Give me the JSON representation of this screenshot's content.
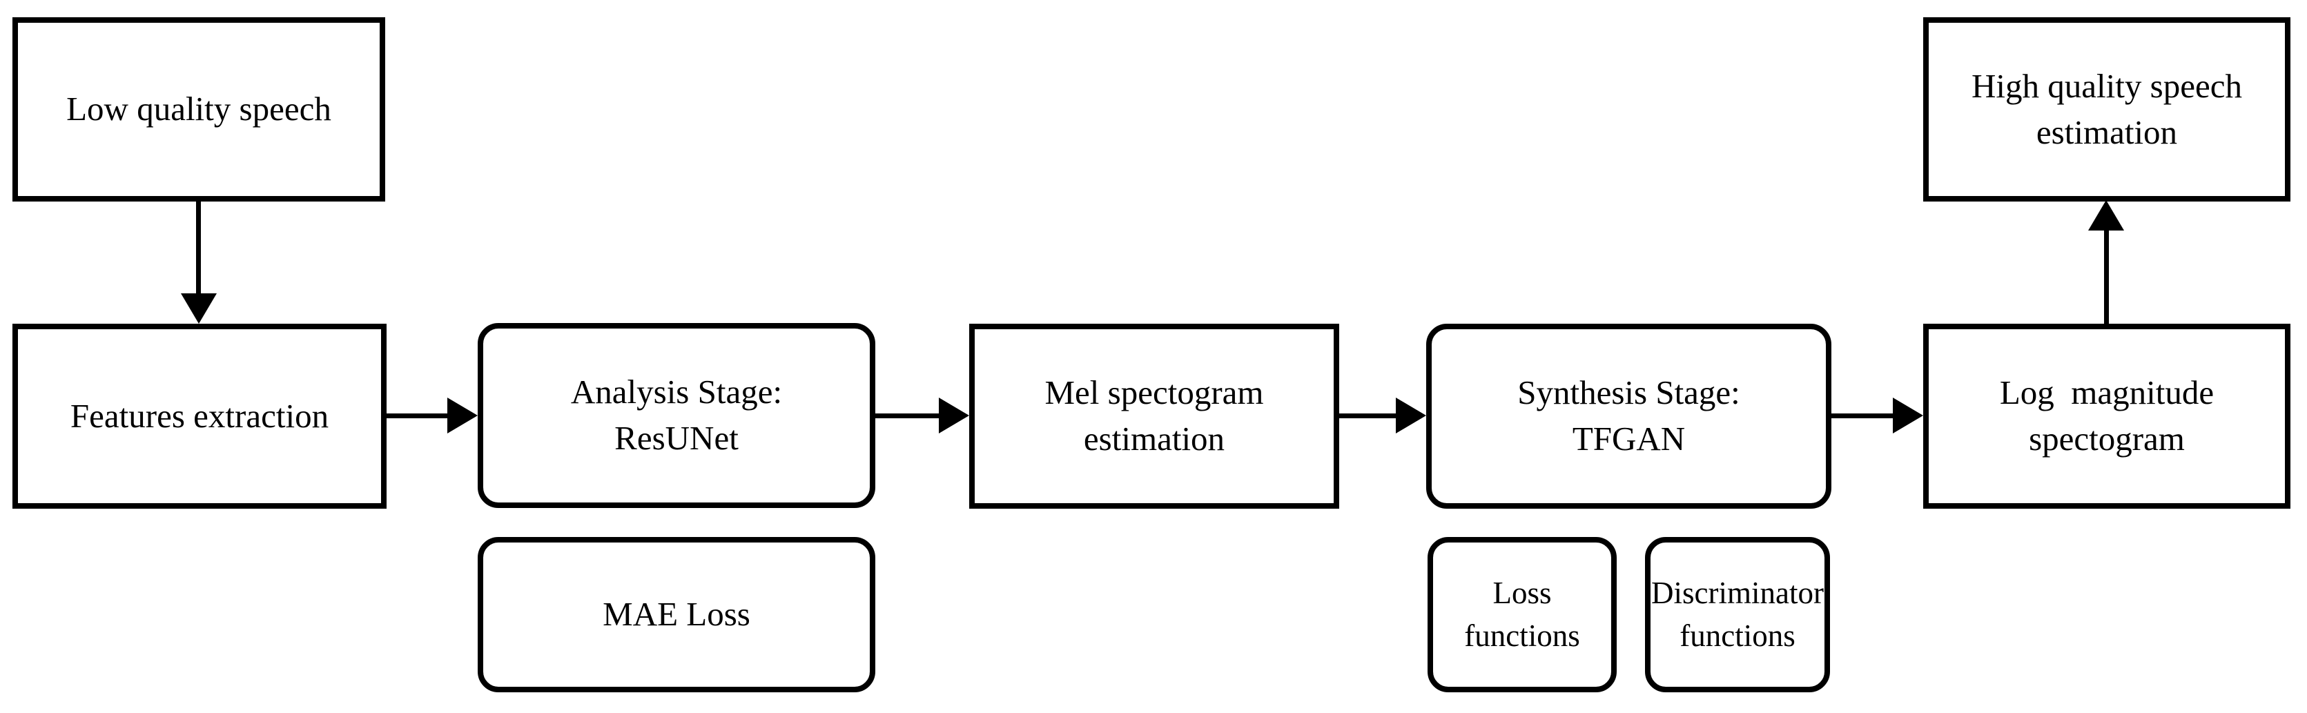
{
  "figure": {
    "title": "Speech enhancement pipeline diagram",
    "background_color": "#ffffff",
    "line_color": "#000000"
  },
  "boxes": {
    "low_quality_speech": {
      "label": "Low quality speech",
      "shape": "rectangle"
    },
    "features_extraction": {
      "label": "Features extraction",
      "shape": "rectangle"
    },
    "analysis_stage": {
      "label": "Analysis Stage:\nResUNet",
      "shape": "rounded"
    },
    "mae_loss": {
      "label": "MAE Loss",
      "shape": "rounded"
    },
    "mel_spectogram": {
      "label": "Mel spectogram\nestimation",
      "shape": "rectangle"
    },
    "synthesis_stage": {
      "label": "Synthesis Stage:\nTFGAN",
      "shape": "rounded"
    },
    "loss_functions": {
      "label": "Loss\nfunctions",
      "shape": "rounded"
    },
    "discriminator_functions": {
      "label": "Discriminator\nfunctions",
      "shape": "rounded"
    },
    "log_magnitude_spectogram": {
      "label": "Log  magnitude\nspectogram",
      "shape": "rectangle"
    },
    "high_quality_speech": {
      "label": "High quality speech\nestimation",
      "shape": "rectangle"
    }
  },
  "connections": [
    {
      "from": "low_quality_speech",
      "to": "features_extraction",
      "direction": "down"
    },
    {
      "from": "features_extraction",
      "to": "analysis_stage",
      "direction": "right"
    },
    {
      "from": "analysis_stage",
      "to": "mel_spectogram",
      "direction": "right"
    },
    {
      "from": "mel_spectogram",
      "to": "synthesis_stage",
      "direction": "right"
    },
    {
      "from": "synthesis_stage",
      "to": "log_magnitude_spectogram",
      "direction": "right"
    },
    {
      "from": "log_magnitude_spectogram",
      "to": "high_quality_speech",
      "direction": "up"
    }
  ]
}
